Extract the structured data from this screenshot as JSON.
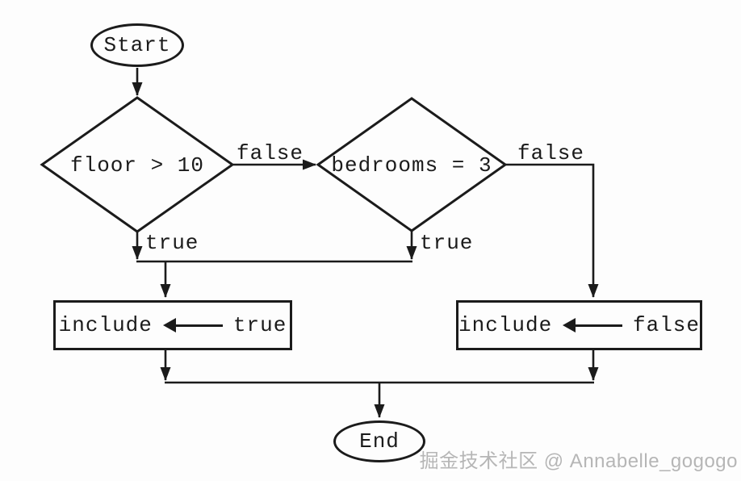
{
  "diagram": {
    "type": "flowchart",
    "nodes": {
      "start": {
        "shape": "terminator",
        "label": "Start"
      },
      "decision_floor": {
        "shape": "decision",
        "label": "floor > 10"
      },
      "decision_bedrooms": {
        "shape": "decision",
        "label": "bedrooms = 3"
      },
      "assign_true": {
        "shape": "process",
        "variable": "include",
        "value": "true"
      },
      "assign_false": {
        "shape": "process",
        "variable": "include",
        "value": "false"
      },
      "end": {
        "shape": "terminator",
        "label": "End"
      }
    },
    "edge_labels": {
      "floor_false": "false",
      "floor_true": "true",
      "bedrooms_false": "false",
      "bedrooms_true": "true"
    },
    "edges": [
      {
        "from": "start",
        "to": "decision_floor",
        "label": ""
      },
      {
        "from": "decision_floor",
        "to": "decision_bedrooms",
        "label": "false"
      },
      {
        "from": "decision_floor",
        "to": "assign_true",
        "label": "true"
      },
      {
        "from": "decision_bedrooms",
        "to": "assign_true",
        "label": "true"
      },
      {
        "from": "decision_bedrooms",
        "to": "assign_false",
        "label": "false"
      },
      {
        "from": "assign_true",
        "to": "end",
        "label": ""
      },
      {
        "from": "assign_false",
        "to": "end",
        "label": ""
      }
    ]
  },
  "colors": {
    "line": "#1b1b1b",
    "background": "#fdfdfd",
    "watermark": "#b6b6b6"
  },
  "icons": {
    "assign_arrow": "left-arrow-icon",
    "connector_arrowhead": "triangle-arrowhead-icon"
  },
  "watermark": {
    "text": "掘金技术社区 @ Annabelle_gogogo"
  }
}
